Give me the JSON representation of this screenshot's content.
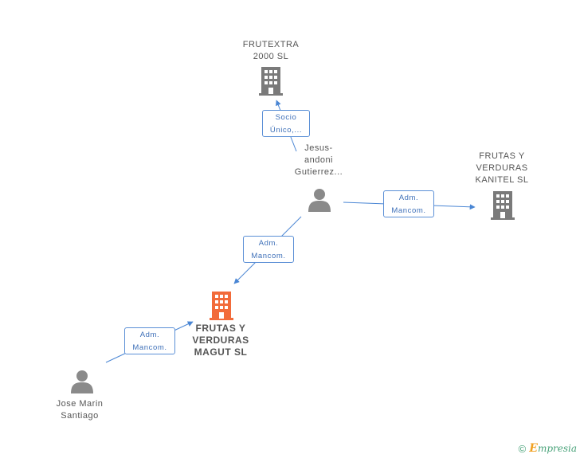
{
  "nodes": {
    "frutextra": {
      "label": "FRUTEXTRA\n2000  SL",
      "kind": "company",
      "color": "#7a7a7a"
    },
    "kanitel": {
      "label": "FRUTAS Y\nVERDURAS\nKANITEL  SL",
      "kind": "company",
      "color": "#7a7a7a"
    },
    "magut": {
      "label": "FRUTAS Y\nVERDURAS\nMAGUT  SL",
      "kind": "company-main",
      "color": "#f26b3a"
    },
    "jesus": {
      "label": "Jesus-\nandoni\nGutierrez...",
      "kind": "person",
      "color": "#8a8a8a"
    },
    "jose": {
      "label": "Jose Marin\nSantiago",
      "kind": "person",
      "color": "#8a8a8a"
    }
  },
  "edges": [
    {
      "from": "jesus",
      "to": "frutextra",
      "label": "Socio\nÚnico,..."
    },
    {
      "from": "jesus",
      "to": "kanitel",
      "label": "Adm.\nMancom."
    },
    {
      "from": "jesus",
      "to": "magut",
      "label": "Adm.\nMancom."
    },
    {
      "from": "jose",
      "to": "magut",
      "label": "Adm.\nMancom."
    }
  ],
  "colors": {
    "edge": "#4a86d4",
    "accent": "#3d6fb8"
  },
  "footer": {
    "copyright": "©",
    "brand_first": "E",
    "brand_rest": "mpresia"
  }
}
